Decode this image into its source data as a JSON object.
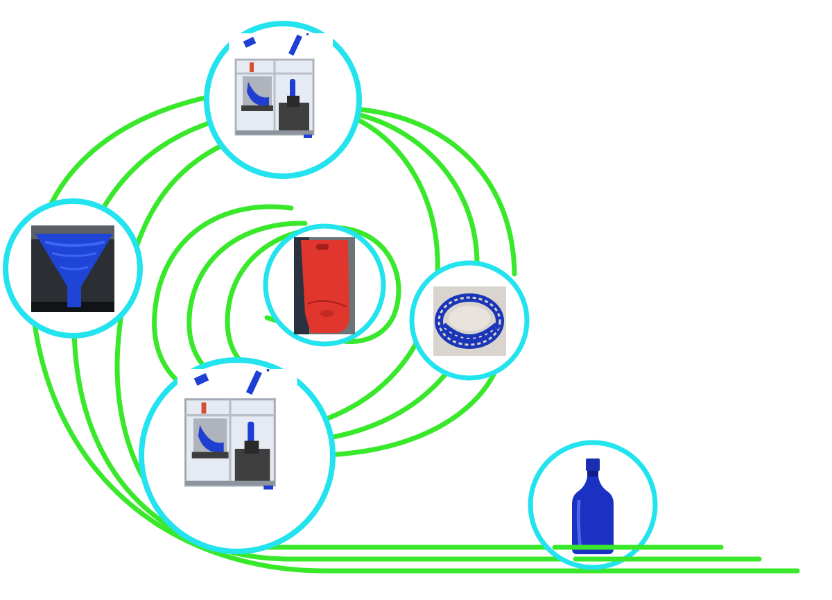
{
  "colors": {
    "background": "#ffffff",
    "path": "#39e82a",
    "node_ring": "#22e3ee",
    "node_fill": "#ffffff",
    "printed_blue": "#1230c8",
    "printed_red": "#e0362e",
    "frame_metal": "#c9cdd4",
    "frame_panel": "#dfe6f1",
    "machine_dark": "#3a3a3a"
  },
  "nodes": [
    {
      "id": "machine-top",
      "icon": "printer-enclosure-icon"
    },
    {
      "id": "funnel",
      "icon": "blue-funnel-icon"
    },
    {
      "id": "red-part",
      "icon": "red-printed-part-icon"
    },
    {
      "id": "bracelet",
      "icon": "mesh-bracelet-icon"
    },
    {
      "id": "machine-bottom",
      "icon": "printer-enclosure-icon"
    },
    {
      "id": "bottle",
      "icon": "blue-bottle-icon"
    }
  ]
}
